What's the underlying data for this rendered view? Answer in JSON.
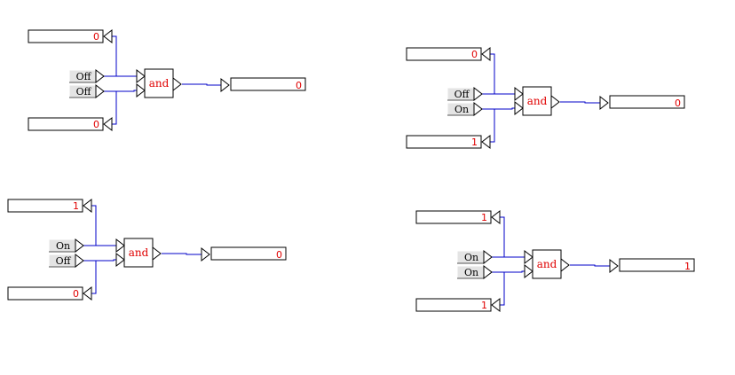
{
  "circuits": [
    {
      "input_a": "Off",
      "input_b": "Off",
      "gate": "and",
      "probe_a": "0",
      "probe_b": "0",
      "output": "0"
    },
    {
      "input_a": "Off",
      "input_b": "On",
      "gate": "and",
      "probe_a": "0",
      "probe_b": "1",
      "output": "0"
    },
    {
      "input_a": "On",
      "input_b": "Off",
      "gate": "and",
      "probe_a": "1",
      "probe_b": "0",
      "output": "0"
    },
    {
      "input_a": "On",
      "input_b": "On",
      "gate": "and",
      "probe_a": "1",
      "probe_b": "1",
      "output": "1"
    }
  ],
  "colors": {
    "wire": "#0000c8",
    "value_text": "#e00000",
    "button_face": "#e4e4e4"
  }
}
